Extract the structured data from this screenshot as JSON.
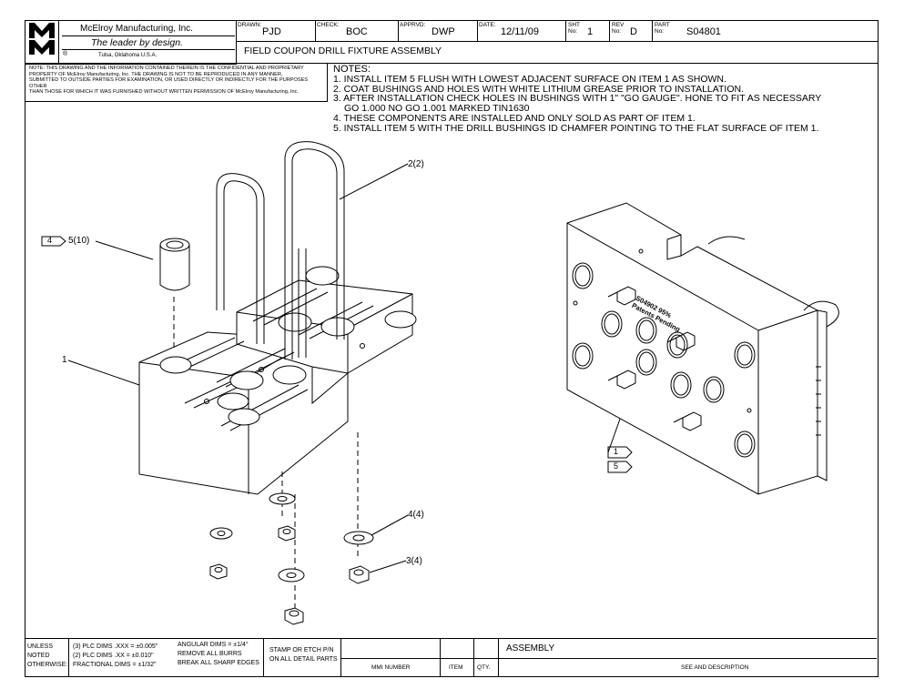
{
  "company": {
    "logo": "MMI",
    "name": "McElroy Manufacturing, Inc.",
    "tagline": "The leader by design.",
    "registered": "®",
    "location": "Tulsa, Oklahoma U.S.A."
  },
  "title_block": {
    "drawn_label": "DRAWN:",
    "drawn": "PJD",
    "check_label": "CHECK:",
    "check": "BOC",
    "apprvd_label": "APPRVD:",
    "apprvd": "DWP",
    "date_label": "DATE:",
    "date": "12/11/09",
    "sht_label": "SHT No:",
    "sht": "1",
    "rev_label": "REV No:",
    "rev": "D",
    "part_label": "PART No:",
    "part": "S04801",
    "title": "FIELD COUPON DRILL FIXTURE ASSEMBLY"
  },
  "confidential_note": [
    "NOTE: THIS DRAWING AND THE INFORMATION CONTAINED THEREIN IS THE CONFIDENTIAL AND PROPRIETARY",
    "PROPERTY OF McElroy Manufacturing, Inc. THE DRAWING IS NOT TO BE REPRODUCED IN ANY MANNER,",
    "SUBMITTED TO OUTSIDE PARTIES FOR EXAMINATION, OR USED DIRECTLY OR INDIRECTLY FOR THE PURPOSES OTHER",
    "THAN THOSE FOR WHICH IT WAS FURNISHED WITHOUT WRITTEN PERMISSION OF McElroy Manufacturing, Inc."
  ],
  "notes": {
    "heading": "NOTES:",
    "lines": [
      "1.  INSTALL ITEM 5 FLUSH WITH LOWEST ADJACENT SURFACE  ON ITEM 1 AS SHOWN.",
      "2.  COAT BUSHINGS AND HOLES WITH WHITE LITHIUM GREASE PRIOR TO INSTALLATION.",
      "3.  AFTER INSTALLATION CHECK HOLES IN BUSHINGS WITH 1\" \"GO GAUGE\". HONE TO FIT AS NECESSARY",
      "     GO 1.000     NO GO 1.001     MARKED TIN1630",
      "4.  THESE COMPONENTS ARE INSTALLED AND ONLY SOLD AS PART OF ITEM 1.",
      "5.  INSTALL ITEM 5 WITH THE DRILL BUSHINGS ID CHAMFER POINTING TO THE FLAT SURFACE OF ITEM 1."
    ]
  },
  "callouts": {
    "item1": "1",
    "item2": "2(2)",
    "item3": "3(4)",
    "item4": "4(4)",
    "item5_note": "4",
    "item5": "5(10)",
    "flag1": "1",
    "flag5": "5"
  },
  "engraving": {
    "line1": "S04902   95%",
    "line2": "Patents Pending"
  },
  "bottom_block": {
    "unless": "UNLESS",
    "noted": "NOTED",
    "otherwise": "OTHERWISE:",
    "tol3": "(3) PLC DIMS .XXX = ±0.005\"",
    "tol2": "(2) PLC DIMS .XX = ±0.010\"",
    "tolfrac": "FRACTIONAL DIMS = ±1/32\"",
    "angular": "ANGULAR DIMS = ±1/4°",
    "burrs": "REMOVE ALL BURRS",
    "edges": "BREAK ALL SHARP EDGES",
    "stamp1": "STAMP OR ETCH P/N",
    "stamp2": "ON ALL DETAIL PARTS",
    "mmi_number": "MMI NUMBER",
    "item": "ITEM",
    "qty": "QTY.",
    "assembly": "ASSEMBLY",
    "see_desc": "SEE AND DESCRIPTION"
  }
}
